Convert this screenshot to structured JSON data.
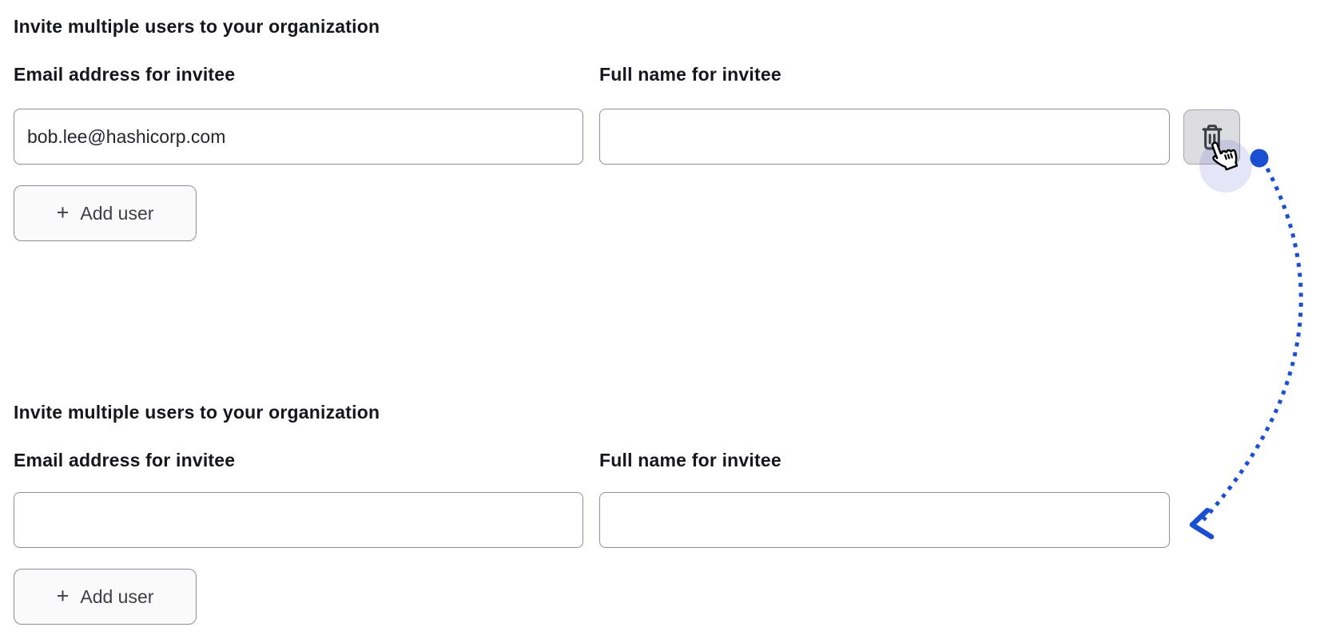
{
  "colors": {
    "accent": "#1b4fd2",
    "halo": "rgba(90, 94, 205, 0.16)",
    "input-border": "#8c8f9b",
    "button-bg": "#fafafa",
    "trash-bg": "#dcdce1",
    "button-text": "#3c3f46",
    "text": "#15171c"
  },
  "sections": [
    {
      "heading": "Invite multiple users to your organization",
      "fields": [
        {
          "label": "Email address for invitee",
          "value": "bob.lee@hashicorp.com"
        },
        {
          "label": "Full name for invitee",
          "value": ""
        }
      ],
      "add_user": {
        "plus": "+",
        "label": "Add user"
      }
    },
    {
      "heading": "Invite multiple users to your organization",
      "fields": [
        {
          "label": "Email address for invitee",
          "value": ""
        },
        {
          "label": "Full name for invitee",
          "value": ""
        }
      ],
      "add_user": {
        "plus": "+",
        "label": "Add user"
      }
    }
  ],
  "annotation": {
    "type": "click-flow-arrow",
    "description": "Cursor clicking delete button, dotted arc leading to the resulting empty form state",
    "arrow_color": "#1b4fd2"
  }
}
